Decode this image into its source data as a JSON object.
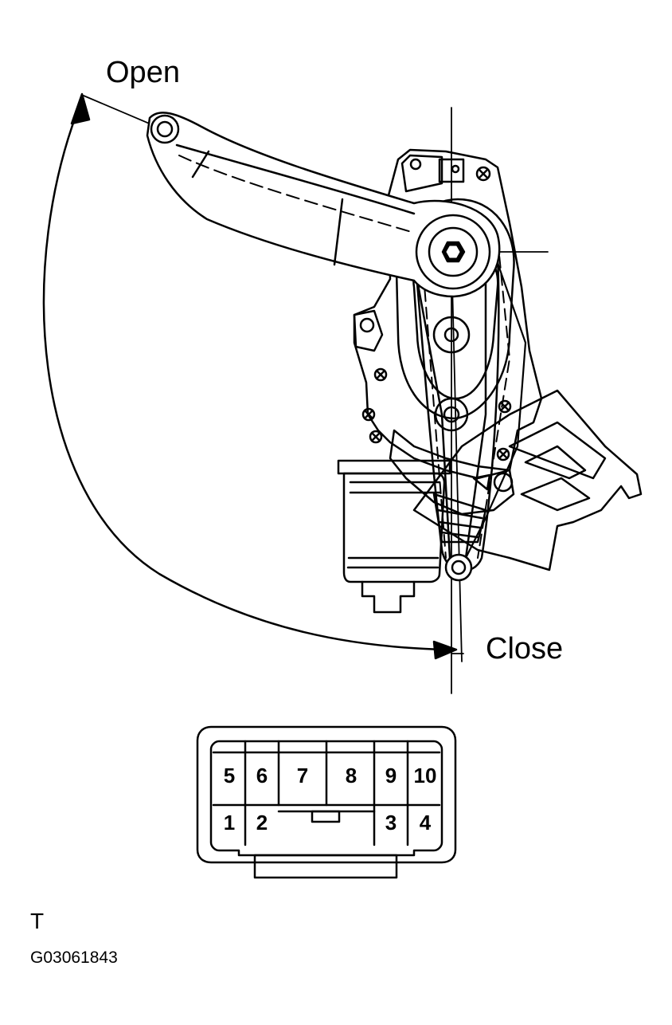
{
  "labels": {
    "open": "Open",
    "close": "Close",
    "view_code": "T",
    "figure_id": "G03061843"
  },
  "connector": {
    "top_row": [
      "5",
      "6",
      "7",
      "8",
      "9",
      "10"
    ],
    "bottom_row": [
      "1",
      "2",
      "3",
      "4"
    ]
  }
}
